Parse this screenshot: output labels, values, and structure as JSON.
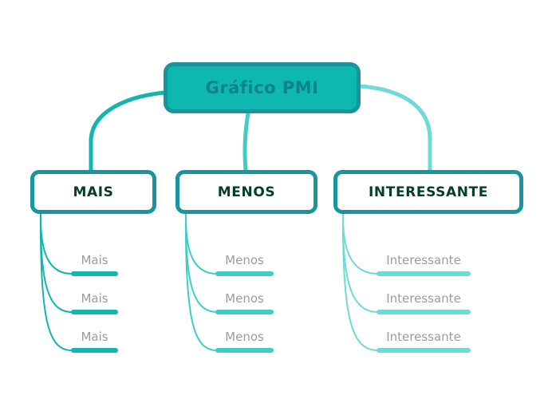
{
  "app": {
    "title": "Gráfico PMI mind map"
  },
  "root": {
    "label": "Gráfico PMI"
  },
  "branches": [
    {
      "label": "MAIS",
      "color": "#14b5ae",
      "items": [
        "Mais",
        "Mais",
        "Mais"
      ]
    },
    {
      "label": "MENOS",
      "color": "#3ecdc7",
      "items": [
        "Menos",
        "Menos",
        "Menos"
      ]
    },
    {
      "label": "INTERESSANTE",
      "color": "#6fdad6",
      "items": [
        "Interessante",
        "Interessante",
        "Interessante"
      ]
    }
  ],
  "colors": {
    "root_fill": "#0eb8b1",
    "root_border": "#1a939b",
    "root_text": "#0c8489",
    "branch_border": "#18959d",
    "branch_text": "#053c30",
    "leaf_text": "#9c9c9c",
    "background": "#ffffff"
  }
}
